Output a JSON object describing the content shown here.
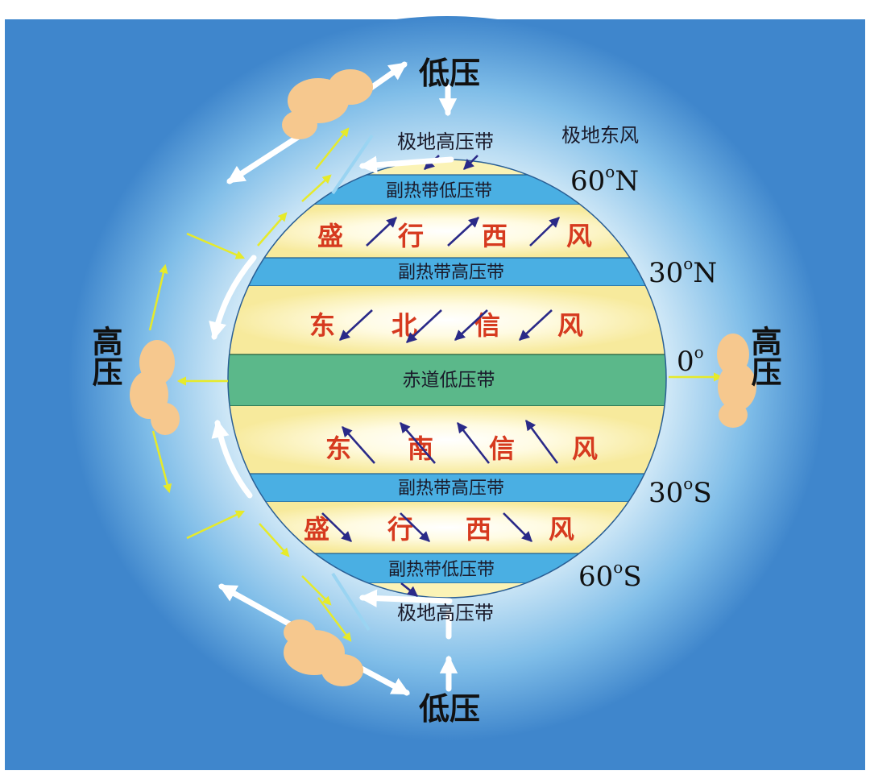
{
  "pressure_labels": {
    "top": "低压",
    "bottom": "低压",
    "left": "高压",
    "right": "高压"
  },
  "polar_high_north": "极地高压带",
  "polar_easterlies": "极地东风",
  "polar_high_south": "极地高压带",
  "latitudes": {
    "n60": {
      "base": "60",
      "sup": "o",
      "hemi": "N"
    },
    "n30": {
      "base": "30",
      "sup": "o",
      "hemi": "N"
    },
    "eq": {
      "base": "0",
      "sup": "o",
      "hemi": ""
    },
    "s30": {
      "base": "30",
      "sup": "o",
      "hemi": "S"
    },
    "s60": {
      "base": "60",
      "sup": "o",
      "hemi": "S"
    }
  },
  "bands": [
    {
      "id": "n-subpolar-low",
      "label": "副热带低压带"
    },
    {
      "id": "n-subtrop-high",
      "label": "副热带高压带"
    },
    {
      "id": "equatorial-low",
      "label": "赤道低压带"
    },
    {
      "id": "s-subtrop-high",
      "label": "副热带高压带"
    },
    {
      "id": "s-subpolar-low",
      "label": "副热带低压带"
    }
  ],
  "winds": {
    "n_westerlies": [
      "盛",
      "行",
      "西",
      "风"
    ],
    "ne_trades": [
      "东",
      "北",
      "信",
      "风"
    ],
    "se_trades": [
      "东",
      "南",
      "信",
      "风"
    ],
    "s_westerlies": [
      "盛",
      "行",
      "西",
      "风"
    ]
  },
  "colors": {
    "background": "#3f86cc",
    "yellow_band": "#fbf3b6",
    "blue_band": "#4aafe3",
    "green_band": "#5bb88a",
    "cloud": "#f6c88e",
    "wind_text": "#d63a1f",
    "arrow_yellow": "#e6ea2a"
  }
}
